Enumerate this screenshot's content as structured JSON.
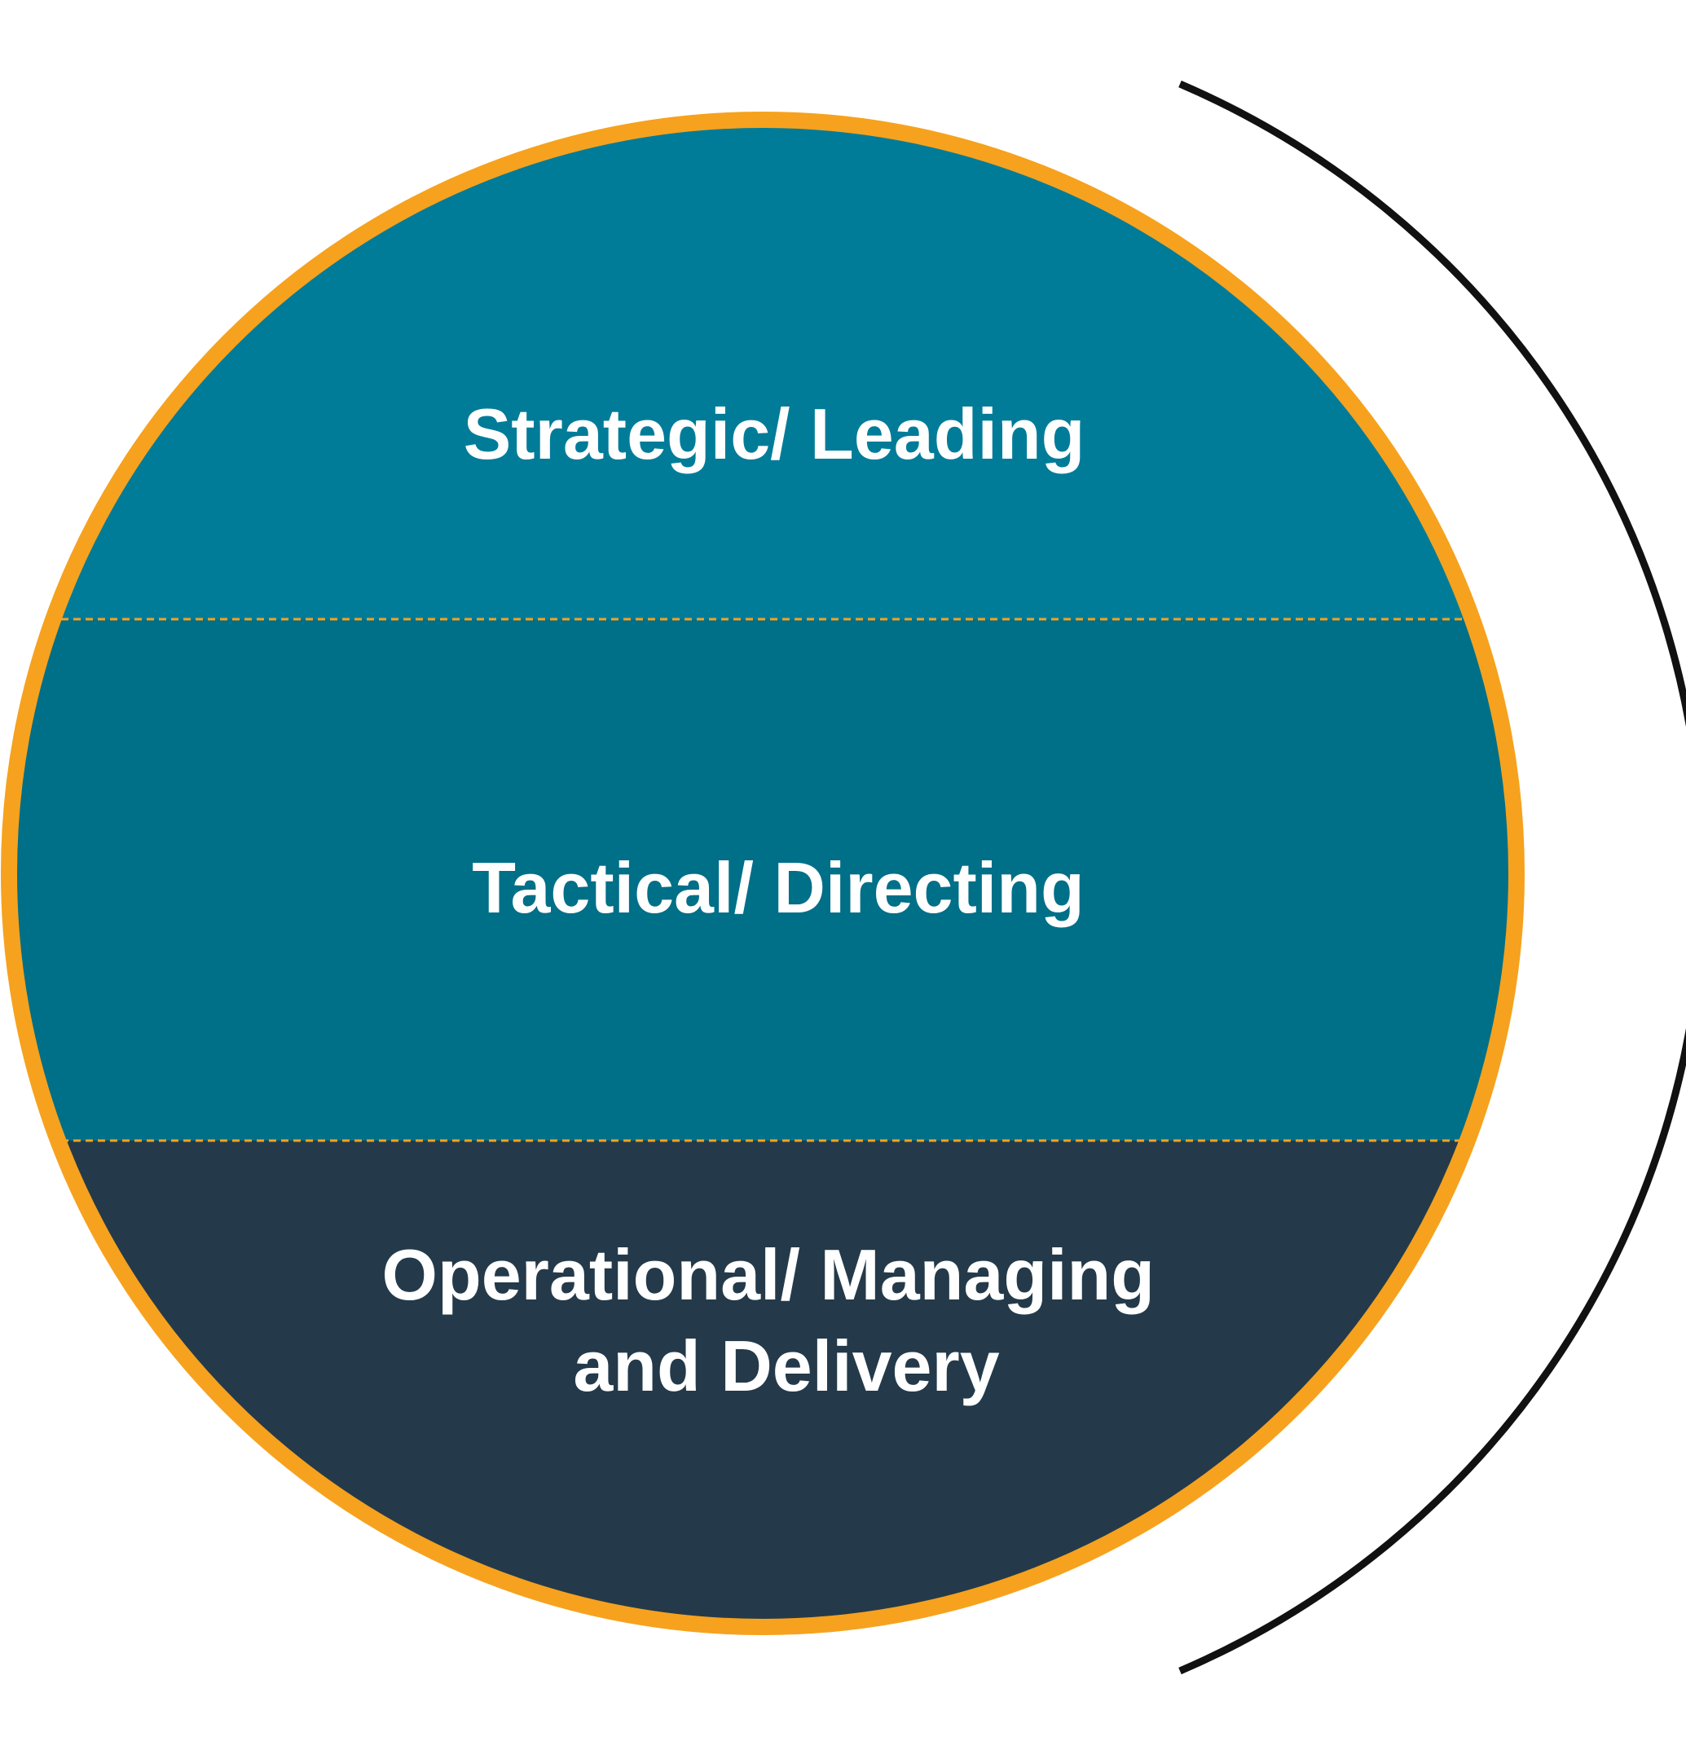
{
  "diagram": {
    "bands": [
      {
        "lines": [
          "Strategic/ Leading"
        ],
        "color": "#007C99"
      },
      {
        "lines": [
          "Tactical/ Directing"
        ],
        "color": "#006F88"
      },
      {
        "lines": [
          "Operational/ Managing",
          "and Delivery"
        ],
        "color": "#243A4A"
      }
    ],
    "circle_border_color": "#F6A21E",
    "divider_color": "#F6A21E",
    "bracket_color": "#111111"
  }
}
